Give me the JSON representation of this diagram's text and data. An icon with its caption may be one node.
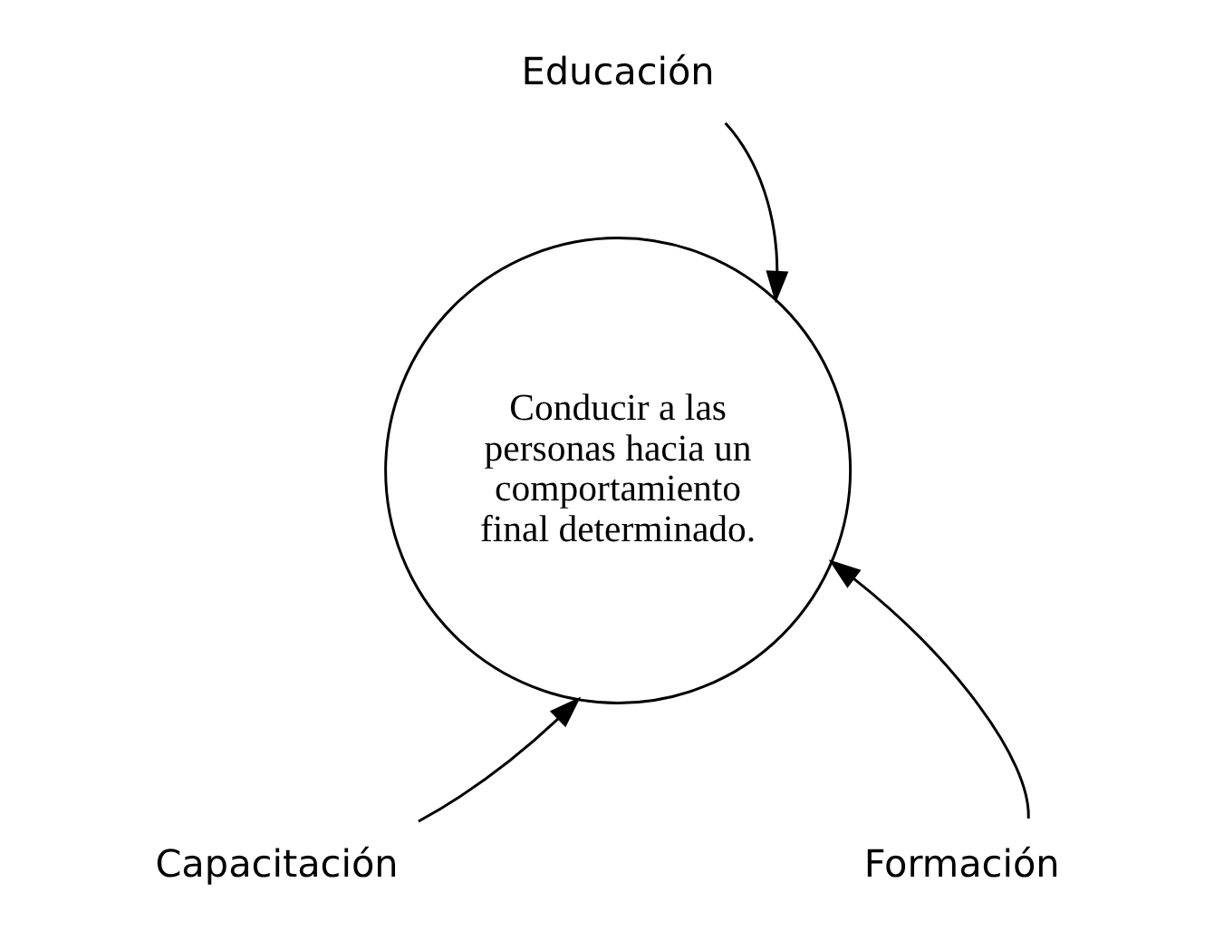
{
  "diagram": {
    "nodes": [
      {
        "text": [
          "Conducir a las personas hacia un comportamiento final determinado."
        ]
      },
      {
        "text": [
          "Educación"
        ]
      },
      {
        "text": [
          "Capacitación"
        ]
      },
      {
        "text": [
          "Formación"
        ]
      }
    ],
    "edges": [
      {
        "from": 1,
        "to": 0,
        "arrow": "to"
      },
      {
        "from": 2,
        "to": 0,
        "arrow": "to"
      },
      {
        "from": 3,
        "to": 0,
        "arrow": "to"
      }
    ]
  }
}
